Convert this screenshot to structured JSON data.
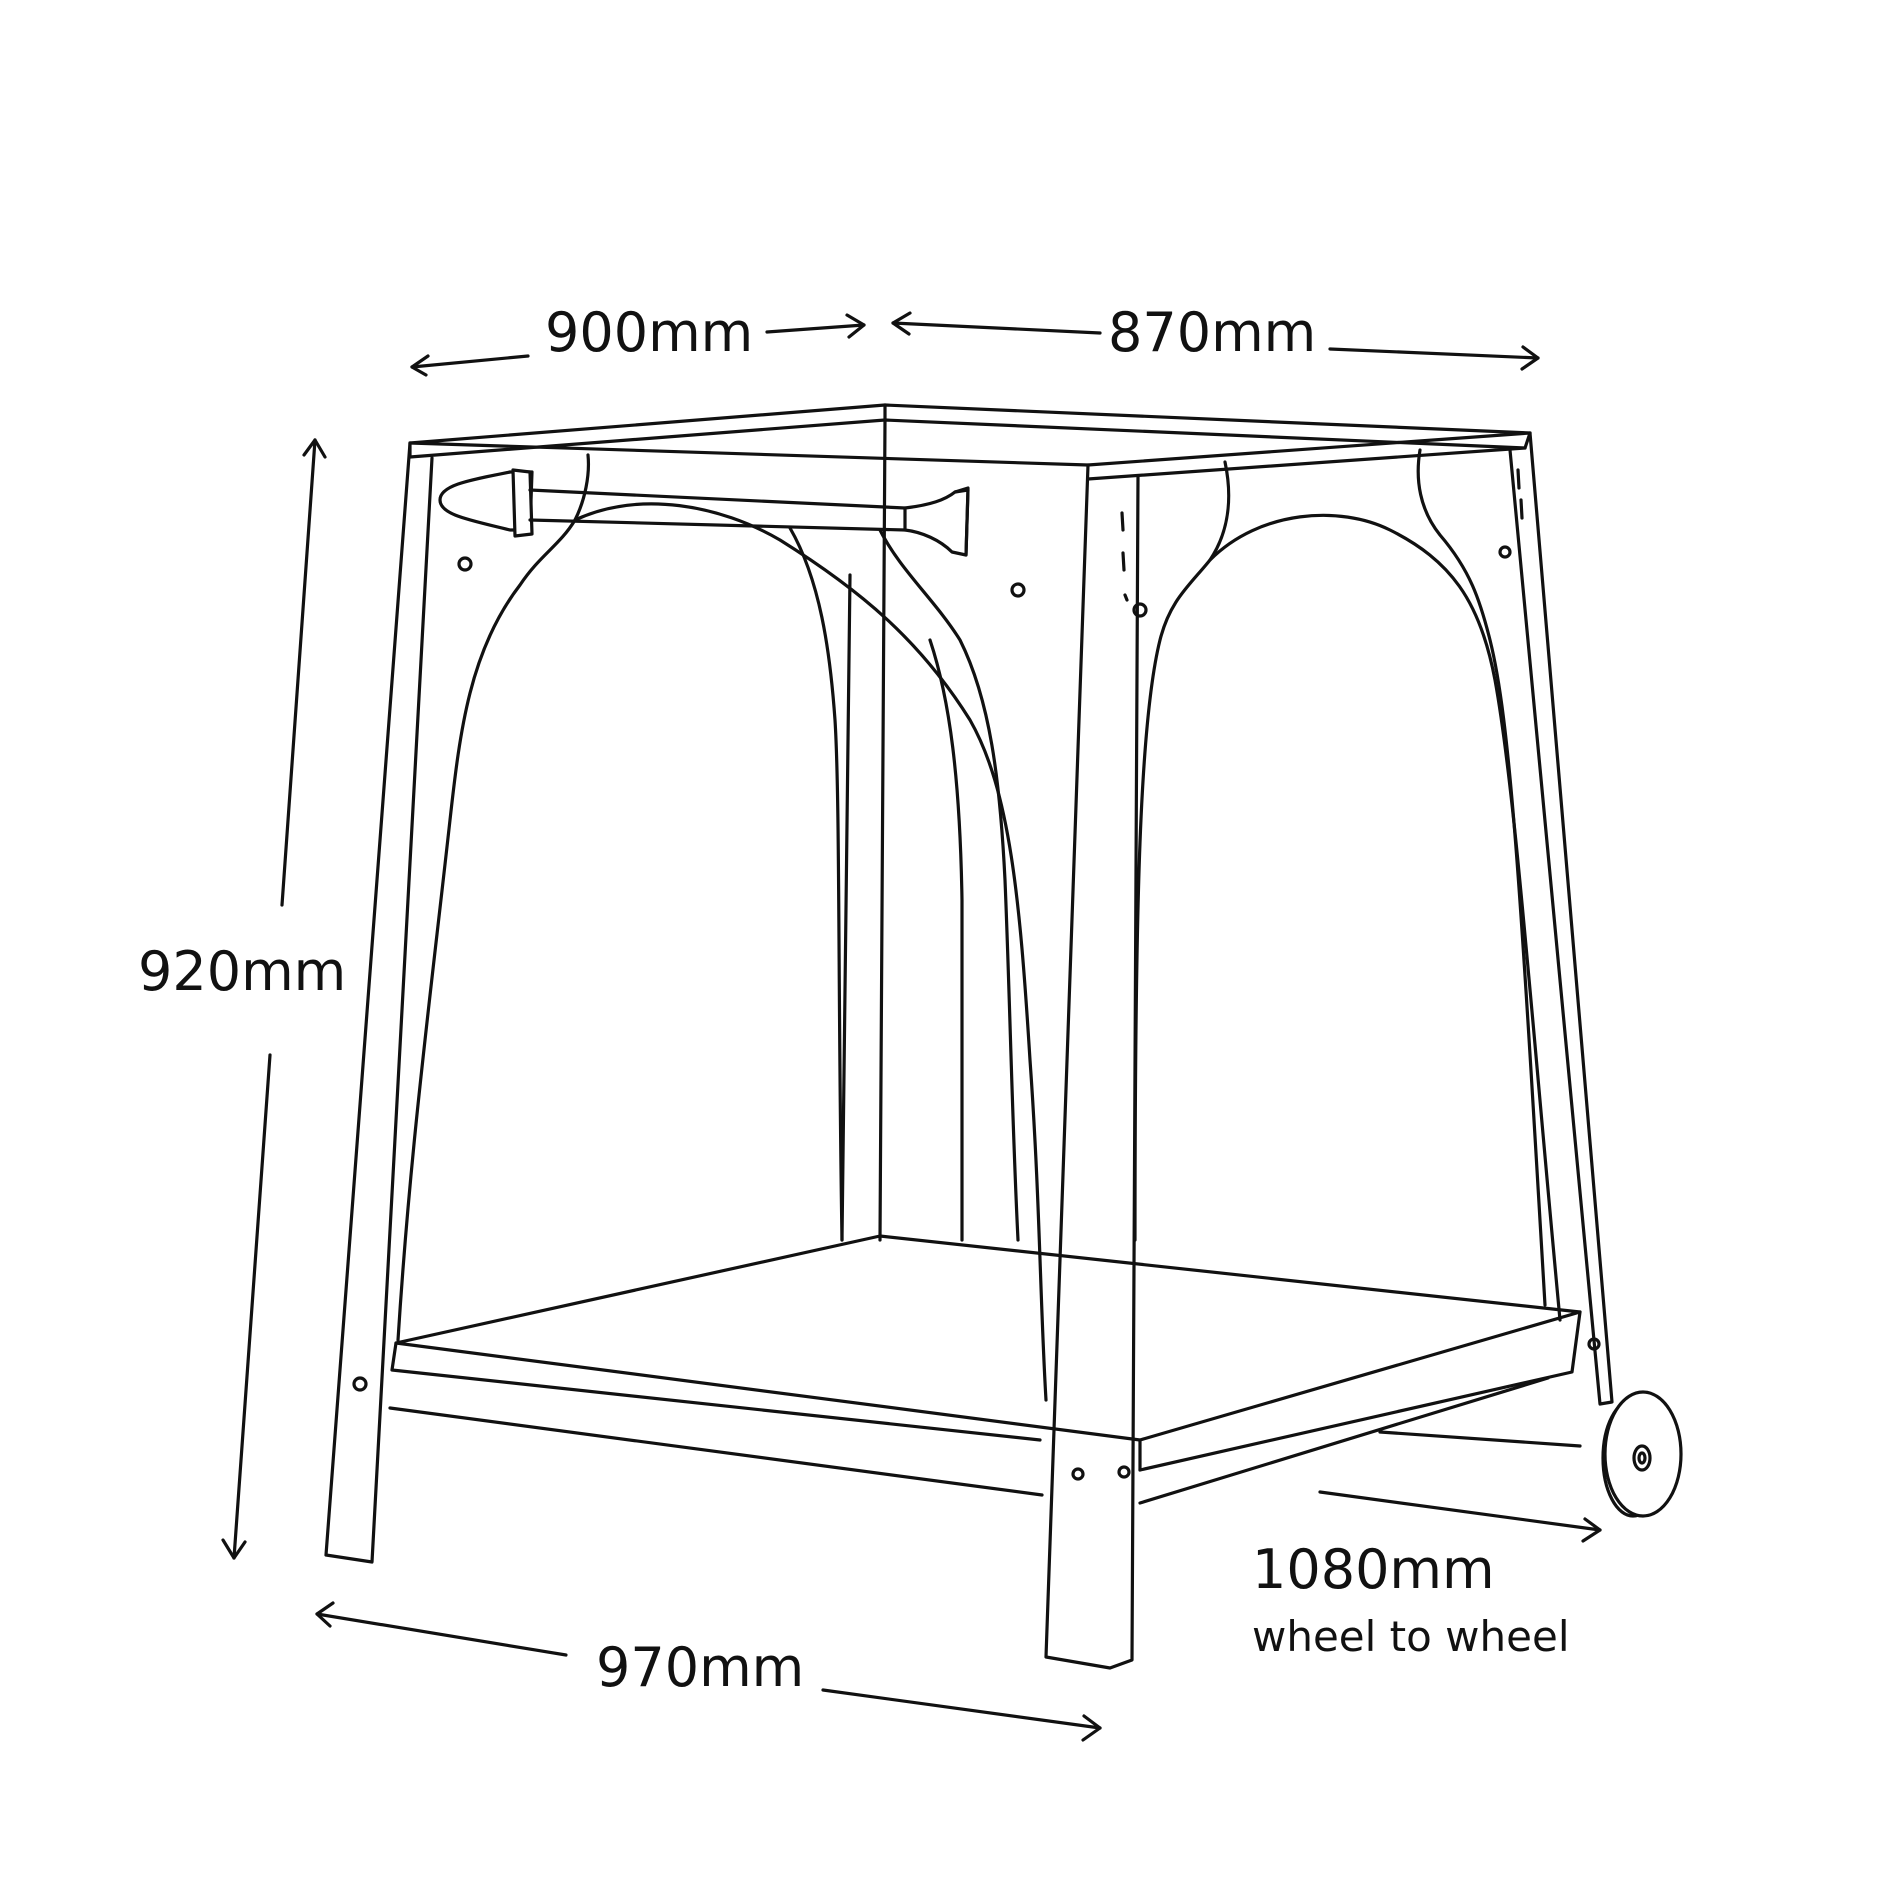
{
  "dimensions": {
    "top_left_width": "900mm",
    "top_right_depth": "870mm",
    "height": "920mm",
    "base_length": "970mm",
    "wheel_span": "1080mm",
    "wheel_span_note": "wheel to wheel"
  },
  "colors": {
    "line": "#111111",
    "background": "#ffffff"
  }
}
